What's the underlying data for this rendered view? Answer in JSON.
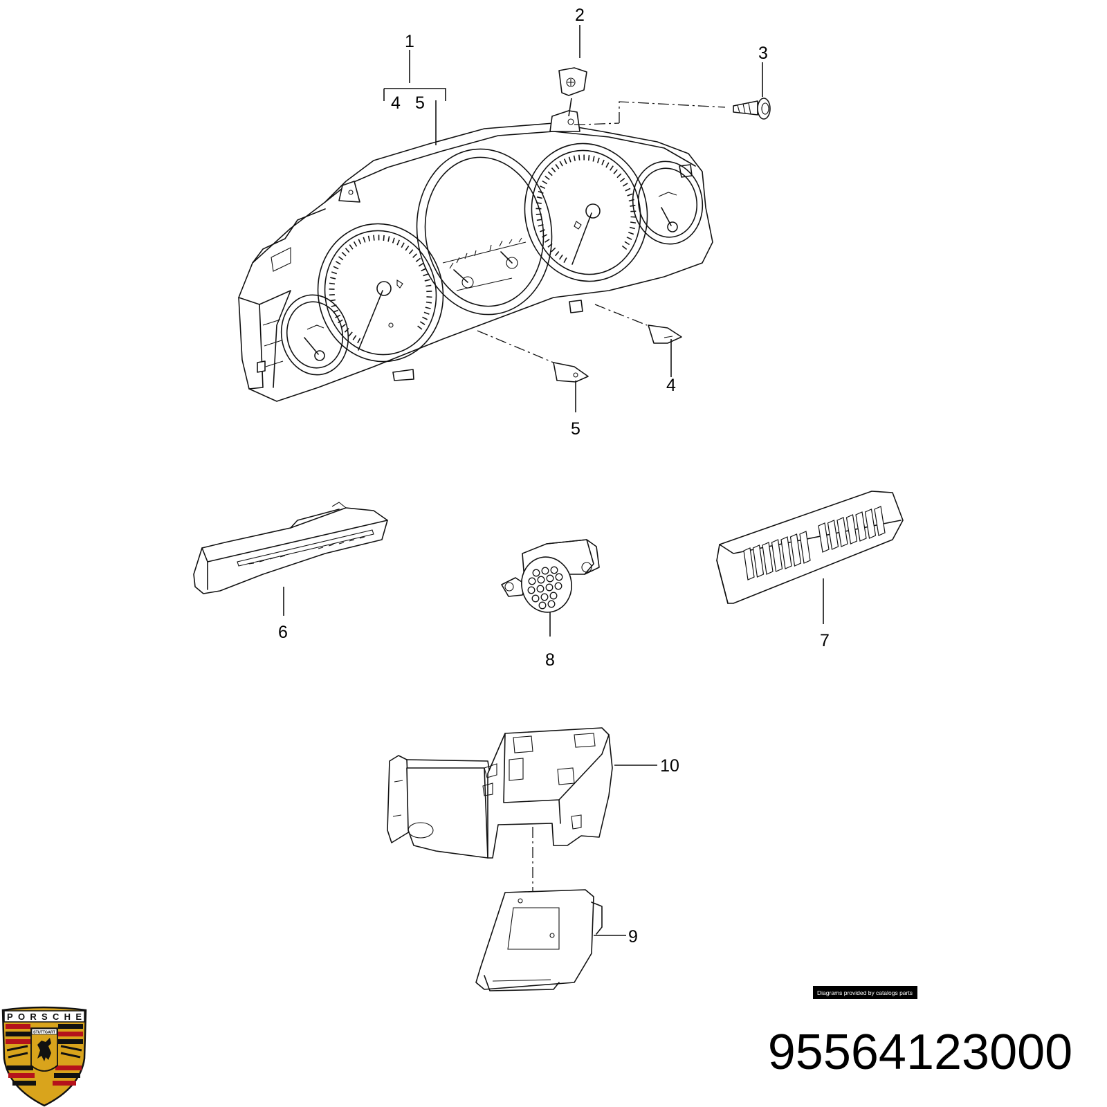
{
  "diagram": {
    "callouts": [
      "1",
      "2",
      "3",
      "4",
      "5",
      "6",
      "7",
      "8",
      "9",
      "10"
    ],
    "bracket_labels": [
      "4",
      "5"
    ]
  },
  "part_number": "95564123000",
  "credit": "Diagrams provided by catalogs parts",
  "logo": {
    "brand": "PORSCHE",
    "city": "STUTTGART",
    "colors": {
      "red": "#b5121b",
      "black": "#111111",
      "gold": "#d9a41c"
    }
  }
}
